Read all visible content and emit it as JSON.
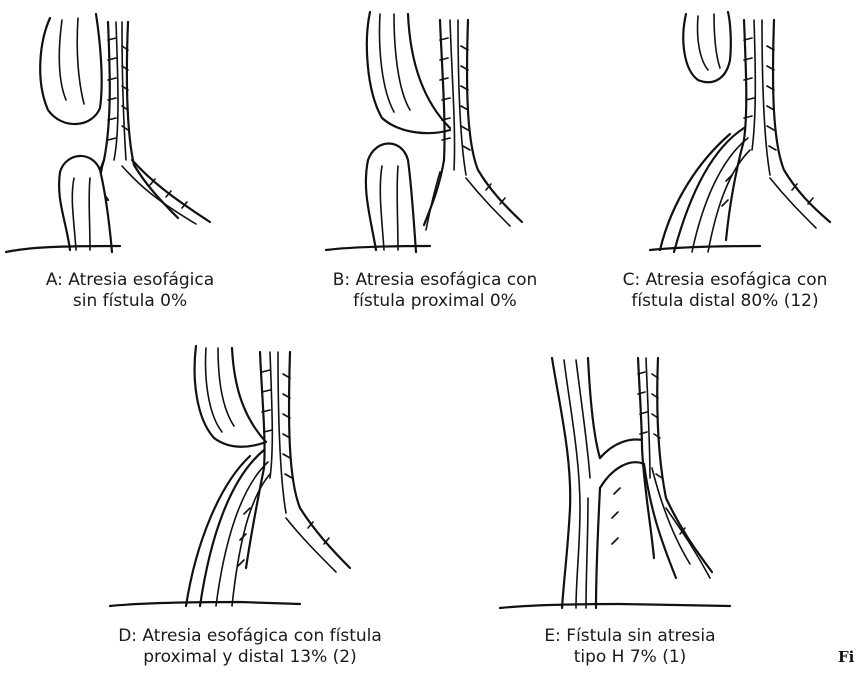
{
  "figure_label": "Fi",
  "panels": [
    {
      "id": "A",
      "line1": "A: Atresia esofágica",
      "line2": "sin fístula 0%"
    },
    {
      "id": "B",
      "line1": "B: Atresia esofágica con",
      "line2": "fístula proximal 0%"
    },
    {
      "id": "C",
      "line1": "C: Atresia esofágica con",
      "line2": "fístula distal 80% (12)"
    },
    {
      "id": "D",
      "line1": "D: Atresia esofágica con fístula",
      "line2": "proximal y distal 13% (2)"
    },
    {
      "id": "E",
      "line1": "E: Fístula sin atresia",
      "line2": "tipo H 7% (1)"
    }
  ]
}
